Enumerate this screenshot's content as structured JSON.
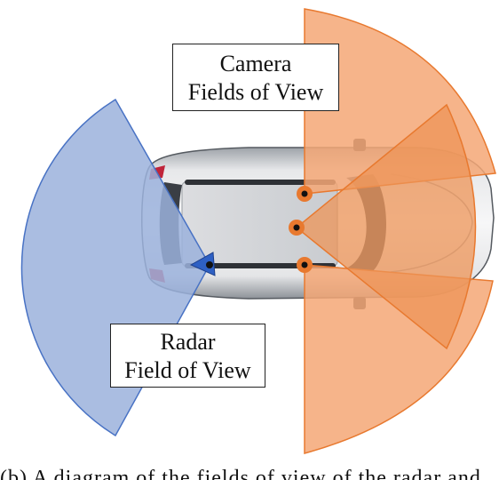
{
  "labels": {
    "camera": {
      "line1": "Camera",
      "line2": "Fields of View"
    },
    "radar": {
      "line1": "Radar",
      "line2": "Field of View"
    }
  },
  "caption": "(b) A diagram of the fields of view of the radar and",
  "colors": {
    "camera_fill": "#f4a775",
    "camera_stroke": "#e8792f",
    "camera_inner_fill": "#ee9457",
    "radar_fill": "#9bb2dc",
    "radar_stroke": "#4872c4",
    "sensor_marker": "#e8792f",
    "car_body": "#cfd2d6"
  },
  "icons": {
    "car": "car-top-view-icon",
    "radar_sensor": "radar-sensor-triangle-icon",
    "camera_sensor": "camera-sensor-dot-icon"
  }
}
